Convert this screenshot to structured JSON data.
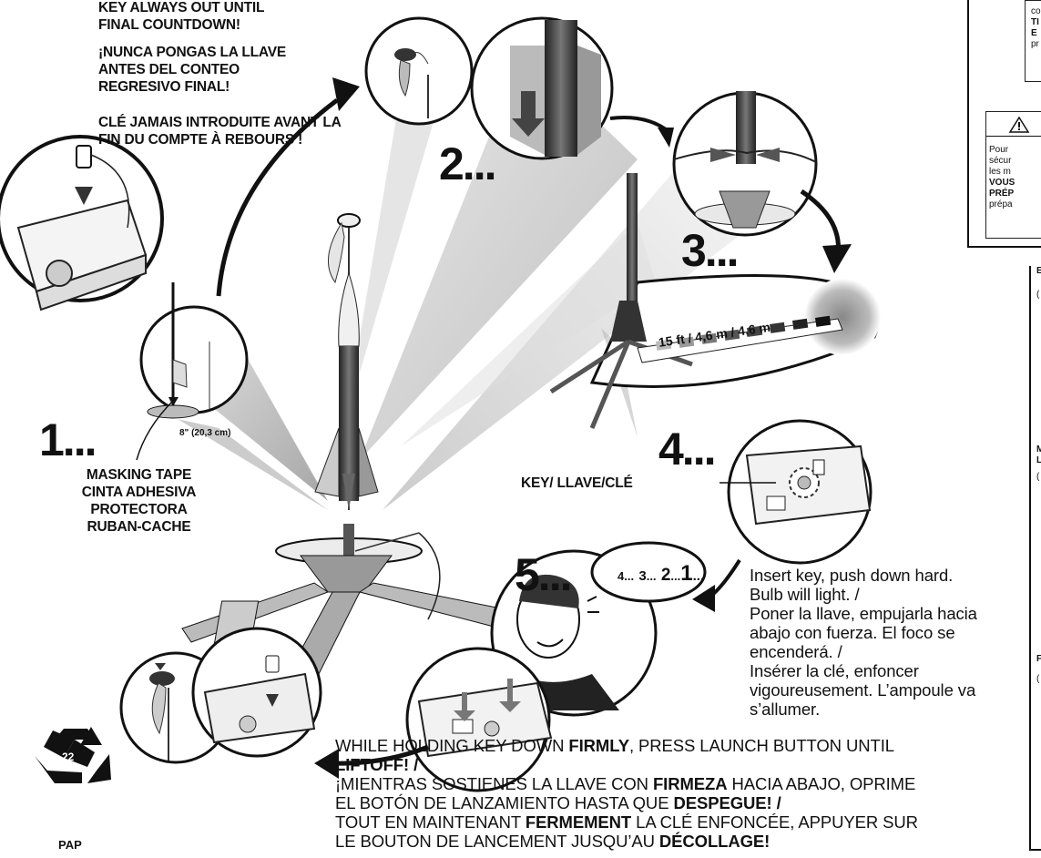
{
  "key_warning": {
    "en": "KEY ALWAYS OUT UNTIL FINAL COUNTDOWN!",
    "es": "¡NUNCA PONGAS LA LLAVE ANTES DEL CONTEO REGRESIVO FINAL!",
    "fr": "CLÉ JAMAIS INTRODUITE AVANT LA FIN DU COMPTE À REBOURS !"
  },
  "steps": {
    "s1": "1...",
    "s2": "2...",
    "s3": "3...",
    "s4": "4...",
    "s5": "5..."
  },
  "tape_measure": "8\" (20,3 cm)",
  "masking_tape": [
    "MASKING TAPE",
    "CINTA ADHESIVA",
    "PROTECTORA",
    "RUBAN-CACHE"
  ],
  "distance_label": "15 ft / 4,6 m / 4,6 m",
  "key_label": "KEY/ LLAVE/CLÉ",
  "countdown": {
    "n4": "4",
    "n3": "3",
    "n2": "2",
    "n1": "1",
    "dots": "..."
  },
  "insert_key": {
    "en": "Insert key, push down hard. Bulb will light. /",
    "es": "Poner la llave, empujarla hacia abajo con fuerza. El foco se encenderá. /",
    "fr": "Insérer la clé, enfoncer vigoureusement. L’ampoule va s’allumer."
  },
  "hold_key": {
    "en_a": "WHILE HOLDING KEY DOWN ",
    "en_b": "FIRMLY",
    "en_c": ", PRESS LAUNCH BUTTON UNTIL ",
    "en_d": "LIFTOFF! /",
    "es_a": "¡MIENTRAS SOSTIENES LA LLAVE CON ",
    "es_b": "FIRMEZA",
    "es_c": " HACIA ABAJO, OPRIME EL BOTÓN DE LANZAMIENTO HASTA QUE ",
    "es_d": "DESPEGUE! /",
    "fr_a": "TOUT EN MAINTENANT ",
    "fr_b": "FERMEMENT",
    "fr_c": " LA CLÉ ENFONCÉE, APPUYER SUR LE BOUTON DE LANCEMENT JUSQU’AU ",
    "fr_d": "DÉCOLLAGE!"
  },
  "recycle": {
    "number": "22",
    "code": "PAP"
  },
  "side_box_top": {
    "l1": "co",
    "l2": "TI",
    "l3": "E",
    "l4": "pr"
  },
  "side_box_warn": {
    "l1": "Pour",
    "l2": "sécur",
    "l3": "les m",
    "l4": "VOUS",
    "l5": "PRÉP",
    "l6": "prépa"
  },
  "side_list": {
    "a": "E",
    "b": "(",
    "c": "M",
    "d": "L",
    "e": "(",
    "f": "F",
    "g": "("
  }
}
